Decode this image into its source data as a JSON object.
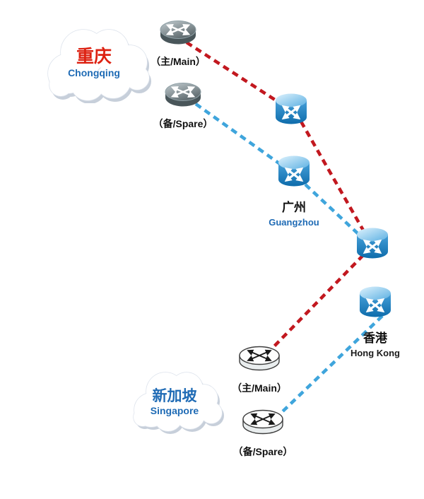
{
  "clouds": {
    "chongqing": {
      "zh": "重庆",
      "en": "Chongqing"
    },
    "singapore": {
      "zh": "新加坡",
      "en": "Singapore"
    }
  },
  "nodes": {
    "cq_main": {
      "device": "router",
      "label": "（主/Main）"
    },
    "cq_spare": {
      "device": "router",
      "label": "（备/Spare）"
    },
    "switch_a": {
      "device": "switch"
    },
    "switch_gz": {
      "device": "switch",
      "zh": "广州",
      "en": "Guangzhou"
    },
    "switch_c": {
      "device": "switch"
    },
    "switch_hk": {
      "device": "switch",
      "zh": "香港",
      "en": "Hong Kong"
    },
    "sg_main": {
      "device": "router",
      "label": "（主/Main）"
    },
    "sg_spare": {
      "device": "router",
      "label": "（备/Spare）"
    }
  },
  "link_colors": {
    "main": "#c2181f",
    "spare": "#3fa5dc"
  },
  "links": [
    {
      "from": "cq_main",
      "to": "switch_a",
      "type": "main",
      "style": "dashed"
    },
    {
      "from": "switch_a",
      "to": "switch_c",
      "type": "main",
      "style": "dashed"
    },
    {
      "from": "switch_c",
      "to": "sg_main",
      "type": "main",
      "style": "dashed"
    },
    {
      "from": "cq_spare",
      "to": "switch_gz",
      "type": "spare",
      "style": "dashed"
    },
    {
      "from": "switch_gz",
      "to": "switch_c",
      "type": "spare",
      "style": "dashed"
    },
    {
      "from": "switch_hk",
      "to": "sg_spare",
      "type": "spare",
      "style": "dashed"
    }
  ],
  "text_colors": {
    "chongqing_zh": "#dd2212",
    "city_en_blue": "#1f6bb5",
    "device_label": "#111111",
    "hongkong_en": "#1a1a1a"
  }
}
